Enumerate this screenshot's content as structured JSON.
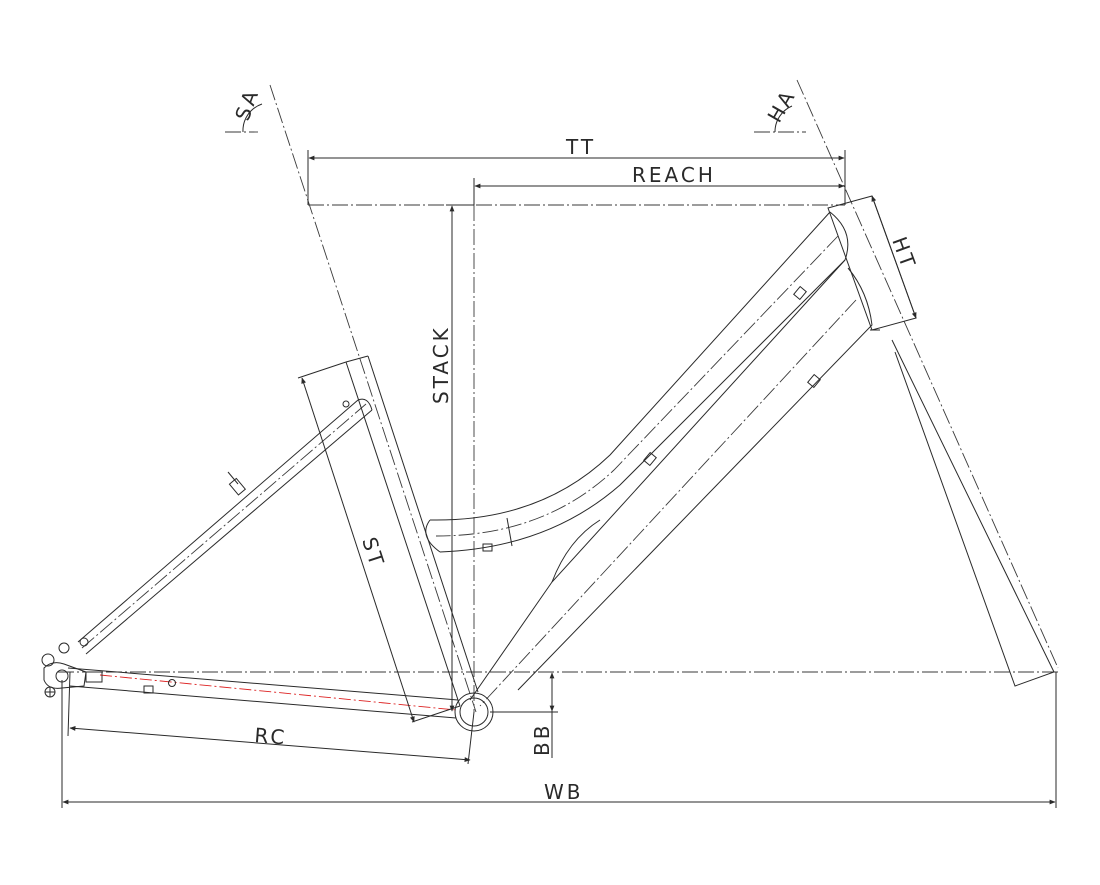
{
  "labels": {
    "sa": "SA",
    "ha": "HA",
    "tt": "TT",
    "reach": "REACH",
    "stack": "STACK",
    "ht": "HT",
    "st": "ST",
    "rc": "RC",
    "bb": "BB",
    "wb": "WB"
  },
  "colors": {
    "line": "#2a2a2a",
    "chainline": "#dd2222",
    "background": "#ffffff"
  }
}
